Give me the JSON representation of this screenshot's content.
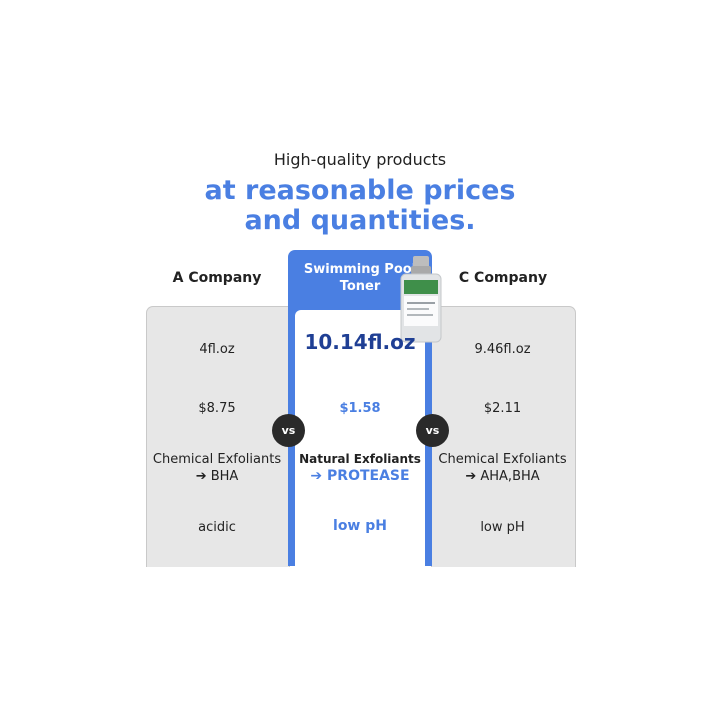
{
  "headline": {
    "line1": "High-quality products",
    "line2a": "at reasonable prices",
    "line2b": "and quantities."
  },
  "colors": {
    "accent": "#4a7fe2",
    "accent_dark": "#1f3f94",
    "card_grey": "#e7e7e7",
    "vs_badge": "#2a2a2a"
  },
  "columns": {
    "a": {
      "title": "A Company",
      "size": "4fl.oz",
      "price": "$8.75",
      "exfoliant_line1": "Chemical Exfoliants",
      "exfoliant_line2": "➔ BHA",
      "ph": "acidic"
    },
    "b": {
      "title_line1": "Swimming Pool",
      "title_line2": "Toner",
      "size": "10.14fl.oz",
      "price": "$1.58",
      "exfoliant_line1": "Natural Exfoliants",
      "exfoliant_line2": "➔ PROTEASE",
      "ph": "low pH"
    },
    "c": {
      "title": "C Company",
      "size": "9.46fl.oz",
      "price": "$2.11",
      "exfoliant_line1": "Chemical Exfoliants",
      "exfoliant_line2": "➔ AHA,BHA",
      "ph": "low pH"
    }
  },
  "vs_label": "vs"
}
